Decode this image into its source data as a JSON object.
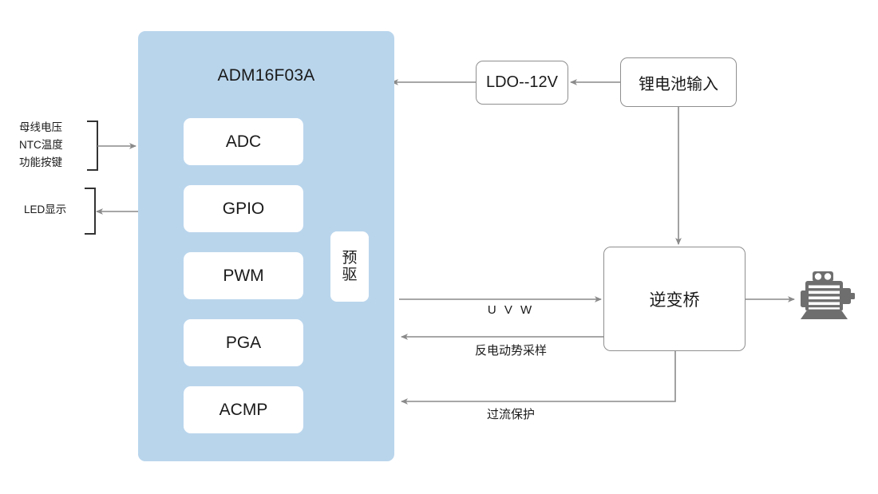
{
  "diagram": {
    "title": "ADM16F03A Motor Control Block Diagram",
    "colors": {
      "mcu_panel": "#b9d5ec",
      "block_fill": "#ffffff",
      "wire": "#8a8a8a",
      "bracket": "#333333",
      "motor_icon": "#6e6e6e",
      "text": "#1a1a1a"
    }
  },
  "mcu": {
    "name": "ADM16F03A",
    "peripherals": [
      {
        "label": "ADC"
      },
      {
        "label": "GPIO"
      },
      {
        "label": "PWM"
      },
      {
        "label": "PGA"
      },
      {
        "label": "ACMP"
      }
    ],
    "predriver": {
      "line1": "预",
      "line2": "驱"
    }
  },
  "left_io": {
    "inputs": {
      "lines": "母线电压\nNTC温度\n功能按键",
      "direction": "into-mcu"
    },
    "display": {
      "lines": "LED显示",
      "direction": "out-of-mcu"
    }
  },
  "power": {
    "ldo": {
      "label": "LDO--12V"
    },
    "battery": {
      "label": "锂电池输入"
    }
  },
  "inverter": {
    "label": "逆变桥"
  },
  "motor": {
    "icon": "motor-icon"
  },
  "signals": [
    {
      "name": "uvw",
      "label": "U V W",
      "direction": "mcu-to-inverter"
    },
    {
      "name": "bemf",
      "label": "反电动势采样",
      "direction": "inverter-to-mcu"
    },
    {
      "name": "ocp",
      "label": "过流保护",
      "direction": "inverter-to-mcu"
    }
  ]
}
